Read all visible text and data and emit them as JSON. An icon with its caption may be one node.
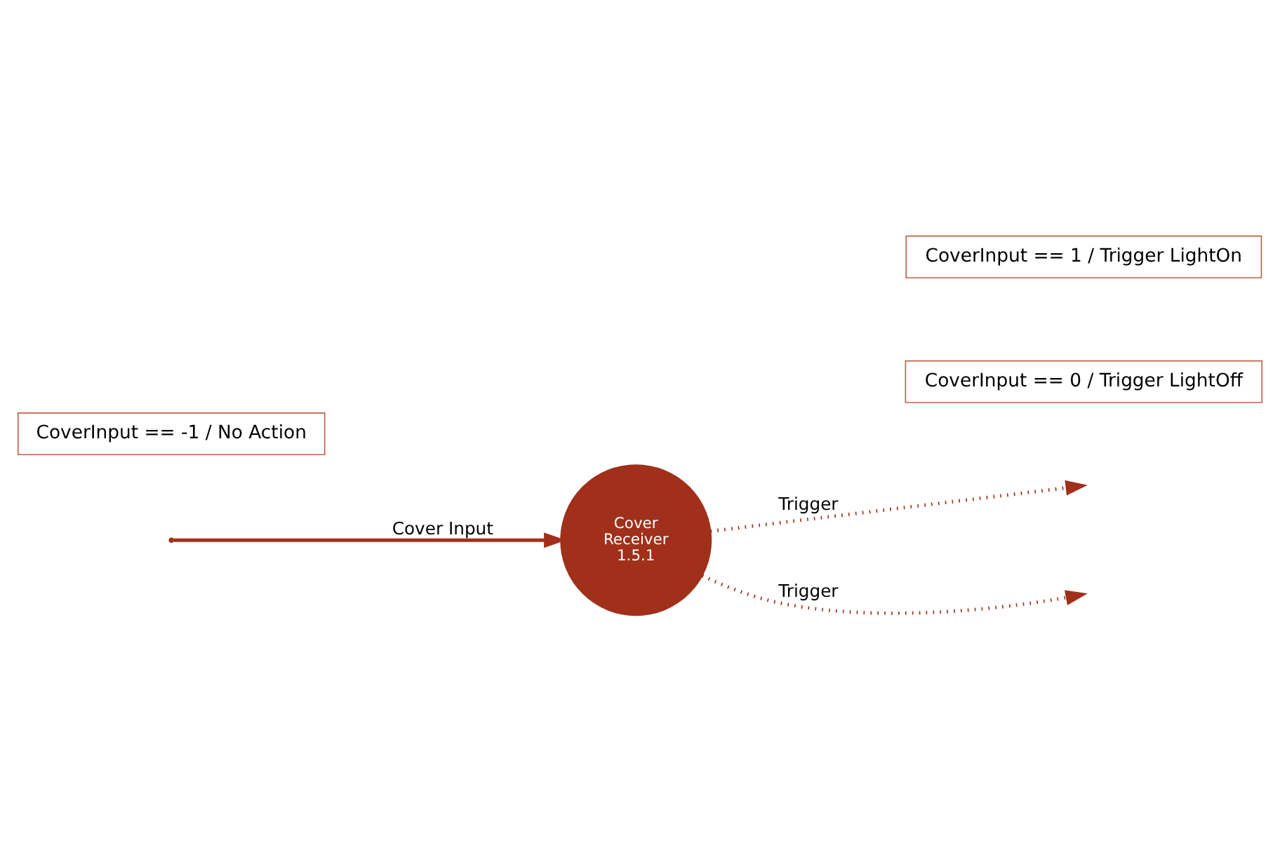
{
  "diagram": {
    "nodes": [
      {
        "text": [
          "CoverInput == -1 / No Action"
        ]
      },
      {
        "text": [
          "CoverInput == 1 / Trigger LightOn"
        ]
      },
      {
        "text": [
          "Cover Receiver 1.5.1"
        ]
      },
      {
        "text": [
          "CoverInput == 0 / Trigger LightOff"
        ]
      }
    ],
    "edges": [
      {
        "from": null,
        "to": 2,
        "arrow": "to",
        "label": "Cover Input"
      },
      {
        "from": 2,
        "to": null,
        "arrow": "to",
        "label": "Trigger",
        "style": "dashed"
      },
      {
        "from": 2,
        "to": null,
        "arrow": "to",
        "label": "Trigger",
        "style": "dashed"
      }
    ]
  }
}
